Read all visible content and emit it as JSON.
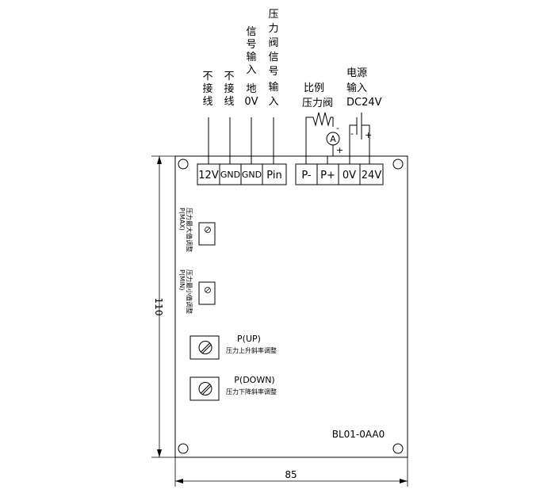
{
  "labels": {
    "col_12v": [
      "不",
      "接",
      "线"
    ],
    "col_gnd1": [
      "不",
      "接",
      "线"
    ],
    "col_gnd2": [
      "信",
      "号",
      "输",
      "入",
      "地",
      "0V"
    ],
    "col_pin": [
      "压",
      "力",
      "阀",
      "信",
      "号",
      "输",
      "入"
    ],
    "valve_line1": "比例",
    "valve_line2": "压力阀",
    "power_line1": "电源",
    "power_line2": "输入",
    "power_line3": "DC24V"
  },
  "terminals": [
    "12V",
    "GND",
    "GND",
    "Pin",
    "P-",
    "P+",
    "0V",
    "24V"
  ],
  "ammeter": {
    "symbol": "A",
    "minus": "-",
    "plus": "+"
  },
  "battery": {
    "minus": "-",
    "plus": "+"
  },
  "pots": {
    "max": {
      "title": "P(MAX)",
      "desc": "压力最大值调整"
    },
    "min": {
      "title": "P(MIN)",
      "desc": "压力最小值调整"
    },
    "up": {
      "title": "P(UP)",
      "desc": "压力上升斜率调整"
    },
    "down": {
      "title": "P(DOWN)",
      "desc": "压力下降斜率调整"
    }
  },
  "model": "BL01-0AA0",
  "dimensions": {
    "width": "85",
    "height": "110"
  }
}
